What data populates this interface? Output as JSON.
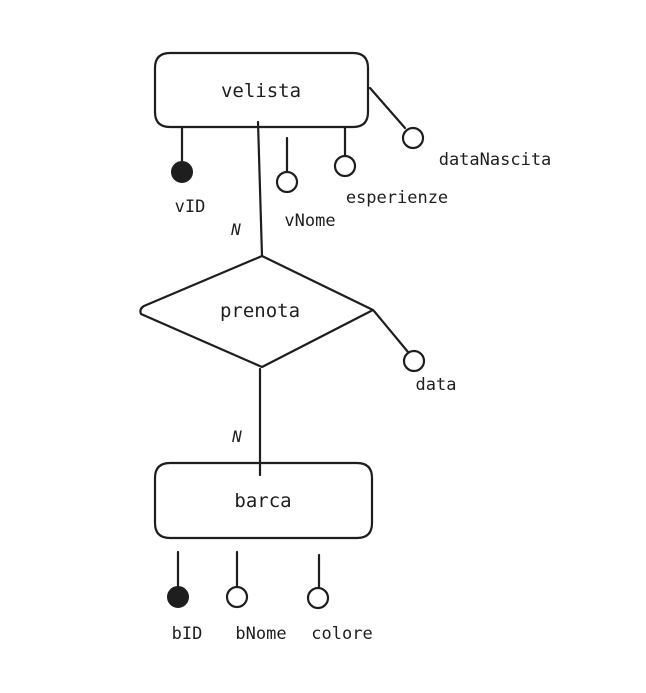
{
  "diagram": {
    "entities": [
      {
        "id": "velista",
        "label": "velista"
      },
      {
        "id": "barca",
        "label": "barca"
      }
    ],
    "relationship": {
      "id": "prenota",
      "label": "prenota"
    },
    "cardinalities": {
      "velista_side": "N",
      "barca_side": "N"
    },
    "attributes": {
      "velista": [
        {
          "label": "vID",
          "key": true
        },
        {
          "label": "vNome",
          "key": false
        },
        {
          "label": "esperienze",
          "key": false
        },
        {
          "label": "dataNascita",
          "key": false
        }
      ],
      "prenota": [
        {
          "label": "data",
          "key": false
        }
      ],
      "barca": [
        {
          "label": "bID",
          "key": true
        },
        {
          "label": "bNome",
          "key": false
        },
        {
          "label": "colore",
          "key": false
        }
      ]
    }
  }
}
